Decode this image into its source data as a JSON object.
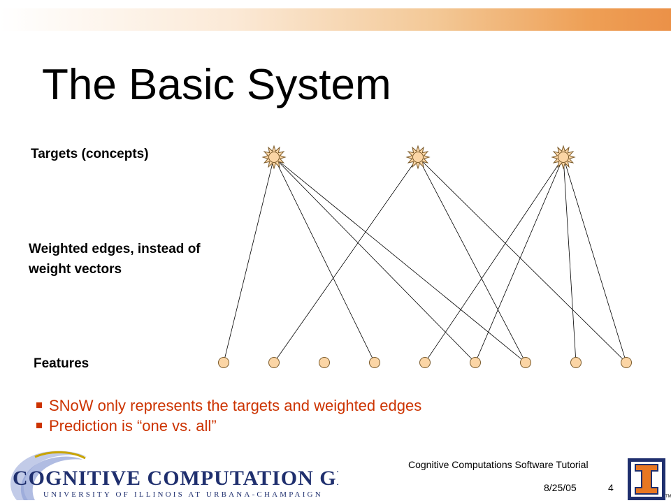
{
  "slide": {
    "title": "The Basic System",
    "labels": {
      "targets": "Targets (concepts)",
      "weights": "Weighted edges, instead of weight vectors",
      "features": "Features"
    },
    "bullets": [
      "SNoW only represents the targets and weighted edges",
      "Prediction is “one vs. all”"
    ]
  },
  "footer": {
    "tutorial": "Cognitive Computations Software Tutorial",
    "date": "8/25/05",
    "page": "4",
    "group_logo_text": "COGNITIVE COMPUTATION GROUP",
    "university_text": "UNIVERSITY OF ILLINOIS AT URBANA-CHAMPAIGN",
    "uiuc_logo_letter": "I"
  },
  "colors": {
    "node_fill": "#fbd5a5",
    "node_stroke": "#7a5a2a",
    "bullet": "#cc3300",
    "logo_blue": "#1f2f6e",
    "illini_orange": "#e87722"
  },
  "diagram": {
    "target_count": 3,
    "feature_count": 9,
    "edges": [
      [
        0,
        0
      ],
      [
        0,
        3
      ],
      [
        0,
        5
      ],
      [
        0,
        6
      ],
      [
        1,
        1
      ],
      [
        1,
        6
      ],
      [
        1,
        8
      ],
      [
        2,
        4
      ],
      [
        2,
        5
      ],
      [
        2,
        7
      ],
      [
        2,
        8
      ]
    ]
  }
}
